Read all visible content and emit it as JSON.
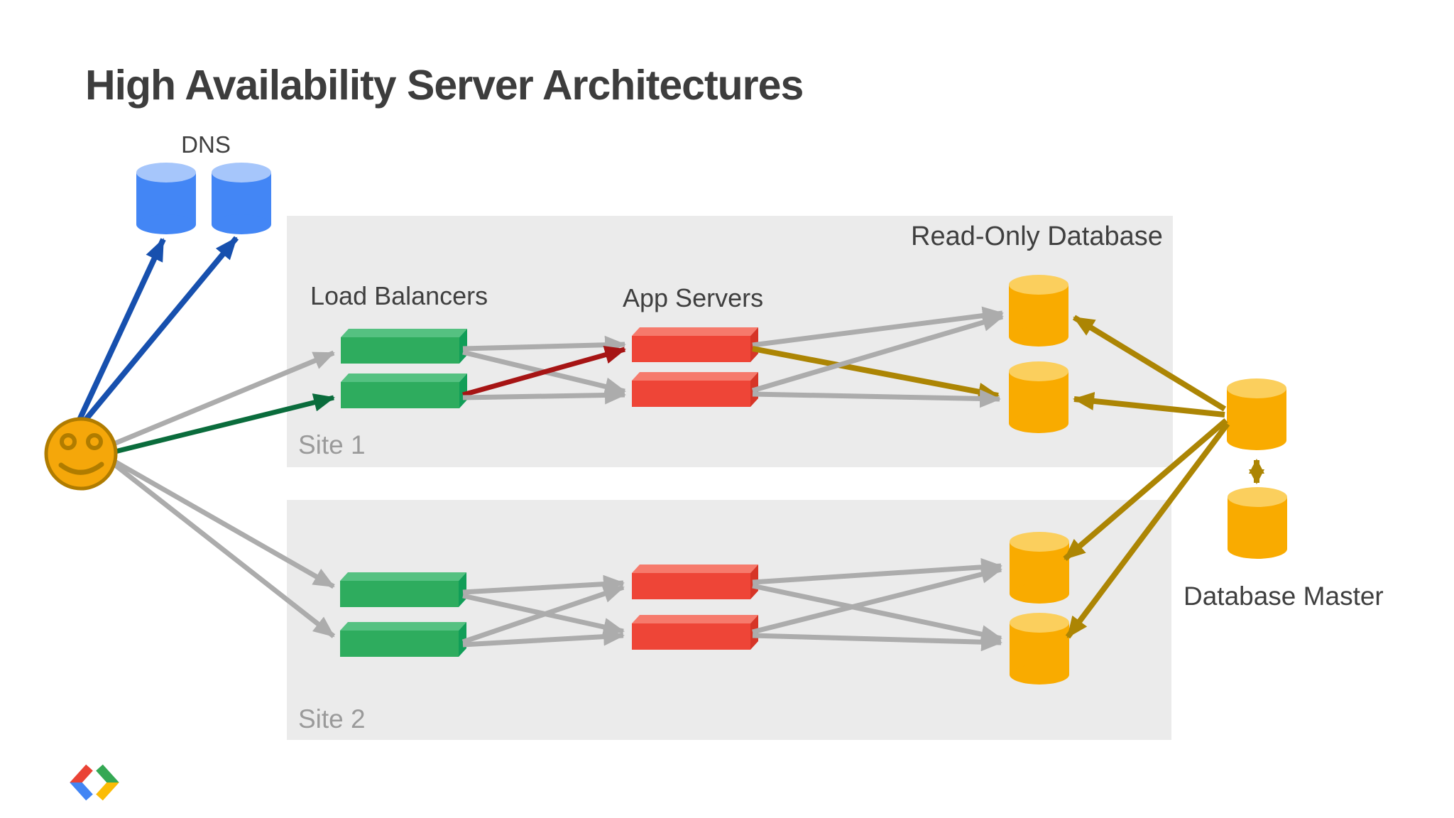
{
  "title": "High Availability Server Architectures",
  "labels": {
    "dns": "DNS",
    "load_balancers": "Load Balancers",
    "app_servers": "App Servers",
    "read_only_database": "Read-Only Database",
    "site1": "Site 1",
    "site2": "Site 2",
    "database_master": "Database Master"
  },
  "diagram": {
    "user_icon": "smiley-face-icon",
    "logo_icon": "google-developers-logo-icon",
    "dns_nodes": 2,
    "sites": [
      {
        "name": "Site 1",
        "load_balancers": 2,
        "app_servers": 2,
        "read_only_databases": 2
      },
      {
        "name": "Site 2",
        "load_balancers": 2,
        "app_servers": 2,
        "read_only_databases": 2
      }
    ],
    "database_master_nodes": 2,
    "arrow_meanings": {
      "blue": "user to DNS lookups",
      "gray": "request fan-out paths",
      "green": "chosen path user to load balancer",
      "dark_red": "chosen path load balancer to app server",
      "olive": "database replication / read-write paths"
    }
  },
  "colors": {
    "background": "#ffffff",
    "title_text": "#3d3d3d",
    "label_text": "#3f3f3f",
    "site_label_text": "#9a9a9a",
    "site_box": "#ebebeb",
    "green_front": "#2eac5e",
    "green_top": "#55c181",
    "green_side": "#119e58",
    "red_front": "#ee4537",
    "red_top": "#f67a6c",
    "red_side": "#d63527",
    "yellow_body": "#f9ab00",
    "yellow_top": "#fbcf5d",
    "blue_body": "#4386f5",
    "blue_top": "#a6c6fb",
    "arrow_gray": "#acacac",
    "arrow_blue": "#1750ae",
    "arrow_green": "#0a6c3c",
    "arrow_red": "#a61414",
    "arrow_olive": "#ac8504",
    "face_fill": "#f5a70a",
    "face_stroke": "#b07c00",
    "logo_red": "#ea4335",
    "logo_blue": "#4285f4",
    "logo_green": "#34a853",
    "logo_yellow": "#fbbc05"
  }
}
